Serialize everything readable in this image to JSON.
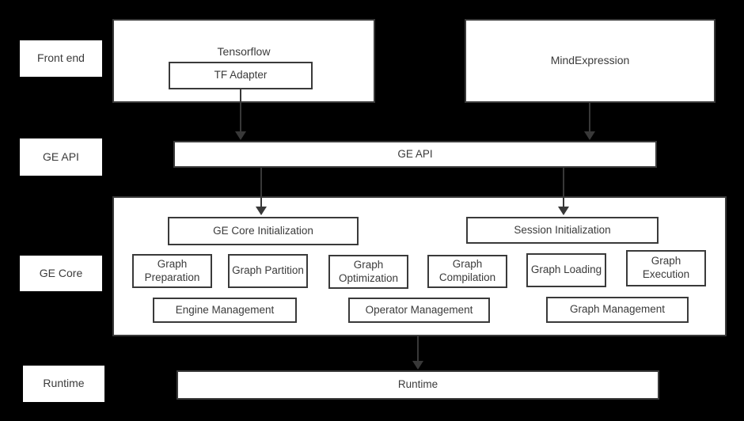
{
  "colors": {
    "background": "#000000",
    "box_fill": "#ffffff",
    "border": "#3a3a3a",
    "text": "#3b3b3b",
    "arrow": "#383838"
  },
  "side_labels": [
    {
      "label": "Front end"
    },
    {
      "label": "GE API"
    },
    {
      "label": "GE Core"
    },
    {
      "label": "Runtime"
    }
  ],
  "front_end": {
    "tensorflow": {
      "title": "Tensorflow",
      "adapter_label": "TF Adapter"
    },
    "mind_expression": {
      "title": "MindExpression"
    }
  },
  "ge_api_bar": {
    "label": "GE API"
  },
  "ge_core": {
    "init_boxes": [
      {
        "label": "GE Core Initialization"
      },
      {
        "label": "Session Initialization"
      }
    ],
    "modules": [
      "Graph Preparation",
      "Graph Partition",
      "Graph Optimization",
      "Graph Compilation",
      "Graph Loading",
      "Graph Execution"
    ],
    "managers": [
      "Engine Management",
      "Operator Management",
      "Graph Management"
    ]
  },
  "runtime_bar": {
    "label": "Runtime"
  }
}
